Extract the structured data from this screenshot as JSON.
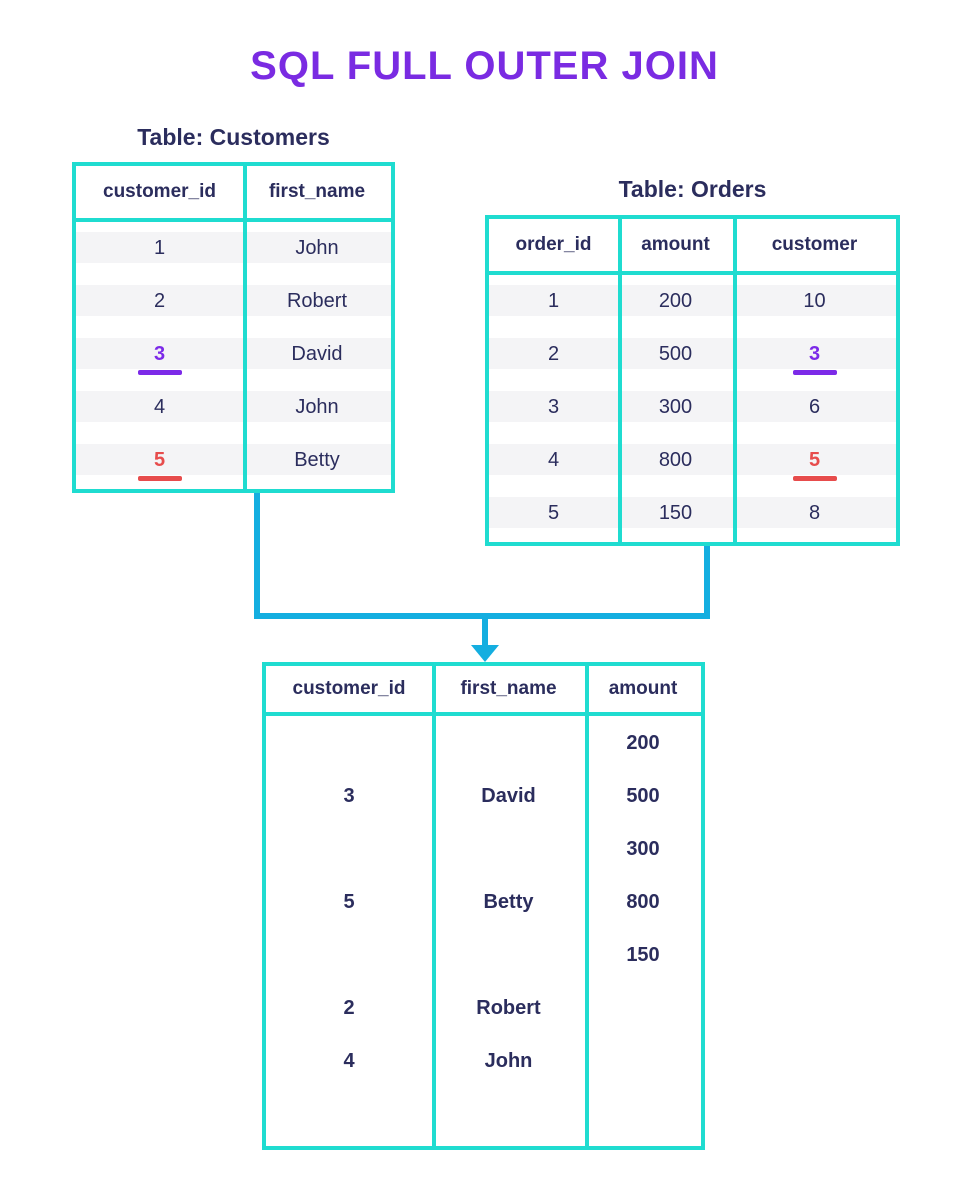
{
  "title": "SQL FULL OUTER JOIN",
  "colors": {
    "title_purple": "#7a2be2",
    "navy": "#2b2d5d",
    "table_border": "#1fdcd0",
    "connector": "#14aee0",
    "hl_purple": "#7c2ae8",
    "hl_red": "#e74c4c",
    "row_bg": "#f4f4f6",
    "page_bg": "#ffffff"
  },
  "customers": {
    "label": "Table: Customers",
    "headers": [
      "customer_id",
      "first_name"
    ],
    "rows": [
      {
        "id": "1",
        "name": "John",
        "hl": ""
      },
      {
        "id": "2",
        "name": "Robert",
        "hl": ""
      },
      {
        "id": "3",
        "name": "David",
        "hl": "hl-purple"
      },
      {
        "id": "4",
        "name": "John",
        "hl": ""
      },
      {
        "id": "5",
        "name": "Betty",
        "hl": "hl-red"
      }
    ]
  },
  "orders": {
    "label": "Table: Orders",
    "headers": [
      "order_id",
      "amount",
      "customer"
    ],
    "rows": [
      {
        "id": "1",
        "amount": "200",
        "customer": "10",
        "hl": ""
      },
      {
        "id": "2",
        "amount": "500",
        "customer": "3",
        "hl": "hl-purple"
      },
      {
        "id": "3",
        "amount": "300",
        "customer": "6",
        "hl": ""
      },
      {
        "id": "4",
        "amount": "800",
        "customer": "5",
        "hl": "hl-red"
      },
      {
        "id": "5",
        "amount": "150",
        "customer": "8",
        "hl": ""
      }
    ]
  },
  "result": {
    "headers": [
      "customer_id",
      "first_name",
      "amount"
    ],
    "rows": [
      {
        "customer_id": "",
        "first_name": "",
        "amount": "200"
      },
      {
        "customer_id": "3",
        "first_name": "David",
        "amount": "500"
      },
      {
        "customer_id": "",
        "first_name": "",
        "amount": "300"
      },
      {
        "customer_id": "5",
        "first_name": "Betty",
        "amount": "800"
      },
      {
        "customer_id": "",
        "first_name": "",
        "amount": "150"
      },
      {
        "customer_id": "2",
        "first_name": "Robert",
        "amount": ""
      },
      {
        "customer_id": "4",
        "first_name": "John",
        "amount": ""
      }
    ]
  }
}
